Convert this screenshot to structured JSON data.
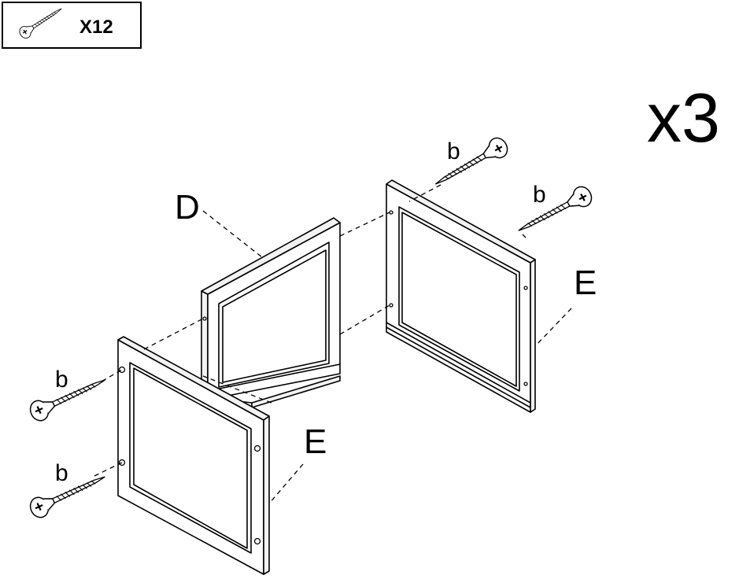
{
  "parts_box": {
    "icon": "screw-icon",
    "quantity": "X12"
  },
  "multiplier": "x3",
  "labels": {
    "panel_d": "D",
    "panel_e_left": "E",
    "panel_e_right": "E"
  },
  "screw_labels": {
    "top_1": "b",
    "top_2": "b",
    "left_1": "b",
    "left_2": "b"
  }
}
